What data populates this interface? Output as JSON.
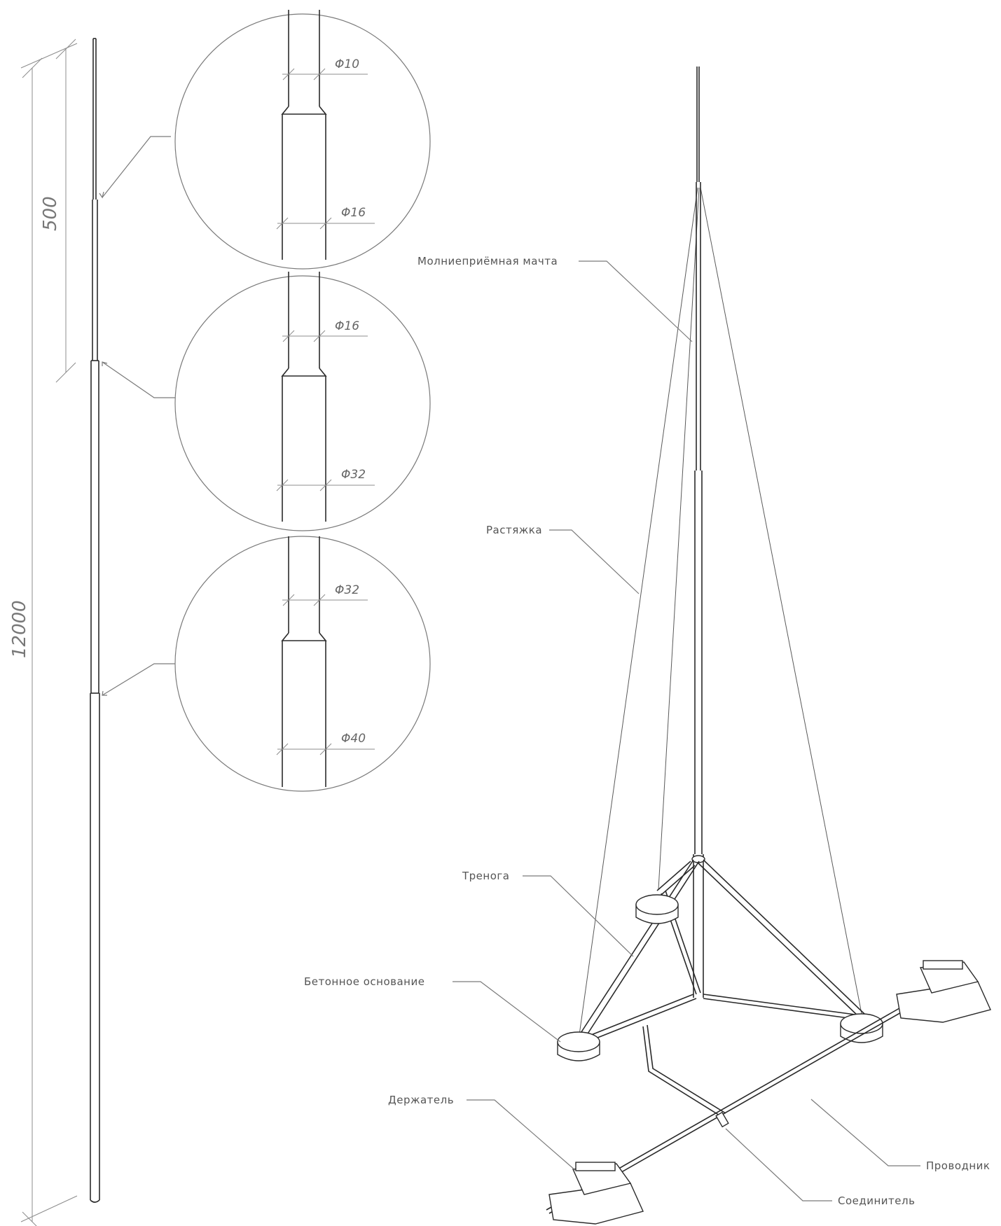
{
  "dimensions": {
    "total_height": "12000",
    "tip_length": "500"
  },
  "details": [
    {
      "upper": "Φ10",
      "lower": "Φ16"
    },
    {
      "upper": "Φ16",
      "lower": "Φ32"
    },
    {
      "upper": "Φ32",
      "lower": "Φ40"
    }
  ],
  "labels": {
    "mast": "Молниеприёмная мачта",
    "guy": "Растяжка",
    "tripod": "Тренога",
    "base": "Бетонное основание",
    "holder": "Держатель",
    "conductor": "Проводник",
    "connector": "Соединитель"
  },
  "colors": {
    "line_dark": "#2a2a2a",
    "line_grey": "#7a7a7a",
    "text": "#555555"
  }
}
